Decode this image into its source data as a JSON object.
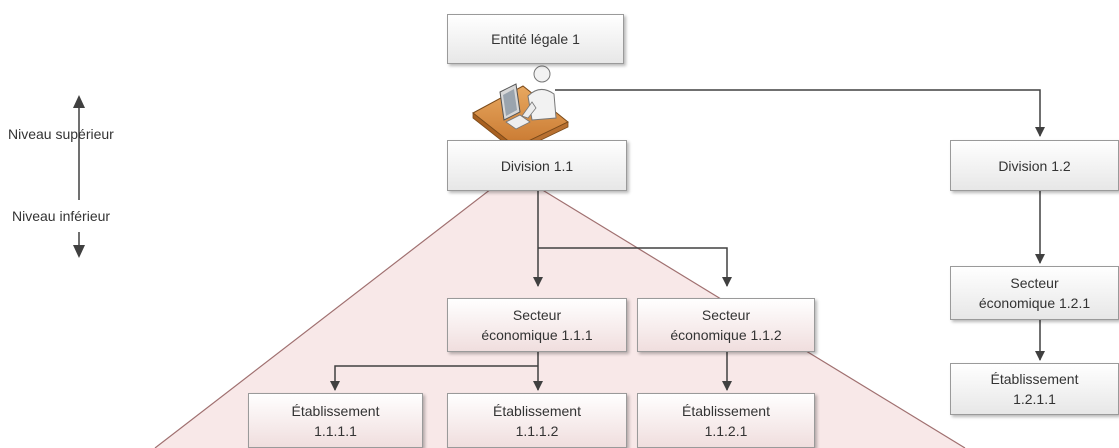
{
  "levels": {
    "upper": "Niveau supérieur",
    "lower": "Niveau inférieur"
  },
  "nodes": {
    "entity": "Entité légale 1",
    "division_1_1": "Division 1.1",
    "division_1_2": "Division 1.2",
    "sector_1_1_1": {
      "line1": "Secteur",
      "line2": "économique 1.1.1"
    },
    "sector_1_1_2": {
      "line1": "Secteur",
      "line2": "économique 1.1.2"
    },
    "sector_1_2_1": {
      "line1": "Secteur",
      "line2": "économique 1.2.1"
    },
    "estab_1_1_1_1": {
      "line1": "Établissement",
      "line2": "1.1.1.1"
    },
    "estab_1_1_1_2": {
      "line1": "Établissement",
      "line2": "1.1.1.2"
    },
    "estab_1_1_2_1": {
      "line1": "Établissement",
      "line2": "1.1.2.1"
    },
    "estab_1_2_1_1": {
      "line1": "Établissement",
      "line2": "1.2.1.1"
    }
  },
  "colors": {
    "scope_fill": "#f8e8e8",
    "scope_stroke": "#a07070",
    "connector": "#404040"
  },
  "icons": {
    "user": "user-at-desk-icon"
  }
}
